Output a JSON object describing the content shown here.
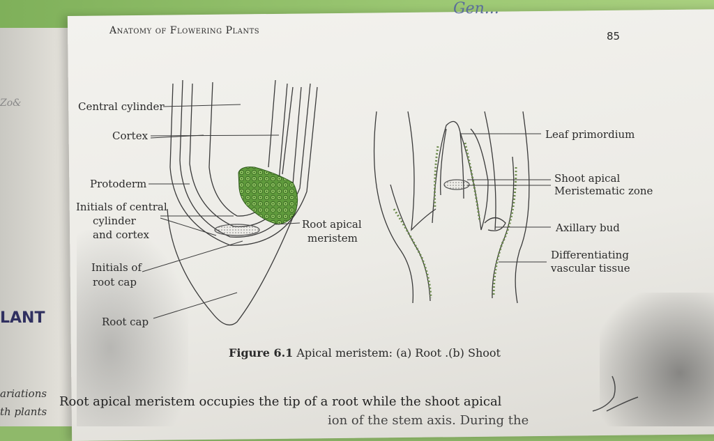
{
  "page": {
    "header": "Anatomy of Flowering Plants",
    "page_number": "85",
    "scribble": "Gen...",
    "caption_prefix": "Figure 6.1",
    "caption_text": "Apical meristem: (a) Root .(b) Shoot",
    "body_text": "Root apical meristem occupies the tip of a root while the shoot apical",
    "next_line": "ion of the stem axis. During the"
  },
  "left_page": {
    "plant_fragment": "LANT",
    "variations_fragment": "ariations",
    "plants_fragment": "th plants",
    "margin_mark": "Zo&"
  },
  "root_labels": {
    "central_cylinder": "Central cylinder",
    "cortex": "Cortex",
    "protoderm": "Protoderm",
    "initials_central_1": "Initials of central",
    "initials_central_2": "cylinder",
    "initials_central_3": "and cortex",
    "initials_rootcap_1": "Initials of",
    "initials_rootcap_2": "root cap",
    "root_cap": "Root cap",
    "ram_1": "Root apical",
    "ram_2": "meristem"
  },
  "shoot_labels": {
    "leaf_primordium": "Leaf primordium",
    "shoot_apical_1": "Shoot apical",
    "shoot_apical_2": "Meristematic zone",
    "axillary_bud": "Axillary bud",
    "diff_1": "Differentiating",
    "diff_2": "vascular tissue"
  },
  "colors": {
    "meristem_green": "#5f9a3c",
    "page_paper": "#efeee9",
    "background_green": "#8fb96a"
  }
}
